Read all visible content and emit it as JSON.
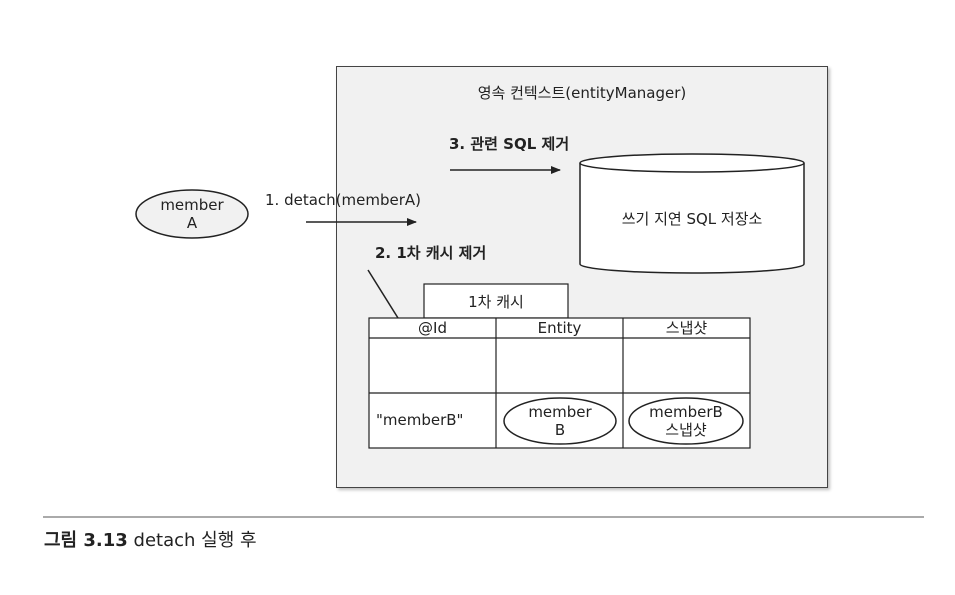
{
  "context_title": "영속 컨텍스트(entityManager)",
  "step1_label": "1. detach(memberA)",
  "step2_label": "2. 1차 캐시 제거",
  "step3_label": "3. 관련 SQL 제거",
  "member_a": {
    "line1": "member",
    "line2": "A"
  },
  "sql_store_label": "쓰기 지연 SQL 저장소",
  "cache_title": "1차 캐시",
  "cache_table": {
    "headers": [
      "@Id",
      "Entity",
      "스냅샷"
    ],
    "row2_id": "\"memberB\"",
    "row2_entity": {
      "line1": "member",
      "line2": "B"
    },
    "row2_snapshot": {
      "line1": "memberB",
      "line2": "스냅샷"
    }
  },
  "caption": {
    "number": "그림 3.13",
    "text": "detach 실행 후"
  }
}
